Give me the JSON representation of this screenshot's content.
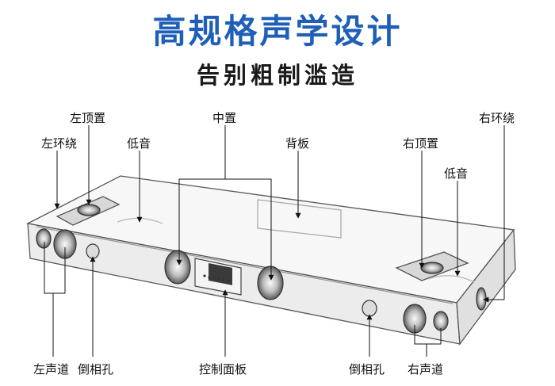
{
  "header": {
    "title": "高规格声学设计",
    "subtitle": "告别粗制滥造"
  },
  "labels": {
    "left_surround": "左环绕",
    "left_top": "左顶置",
    "bass_left": "低音",
    "center": "中置",
    "back_panel": "背板",
    "right_top": "右顶置",
    "right_surround": "右环绕",
    "bass_right": "低音",
    "left_channel": "左声道",
    "port_left": "倒相孔",
    "control_panel": "控制面板",
    "port_right": "倒相孔",
    "right_channel": "右声道"
  }
}
